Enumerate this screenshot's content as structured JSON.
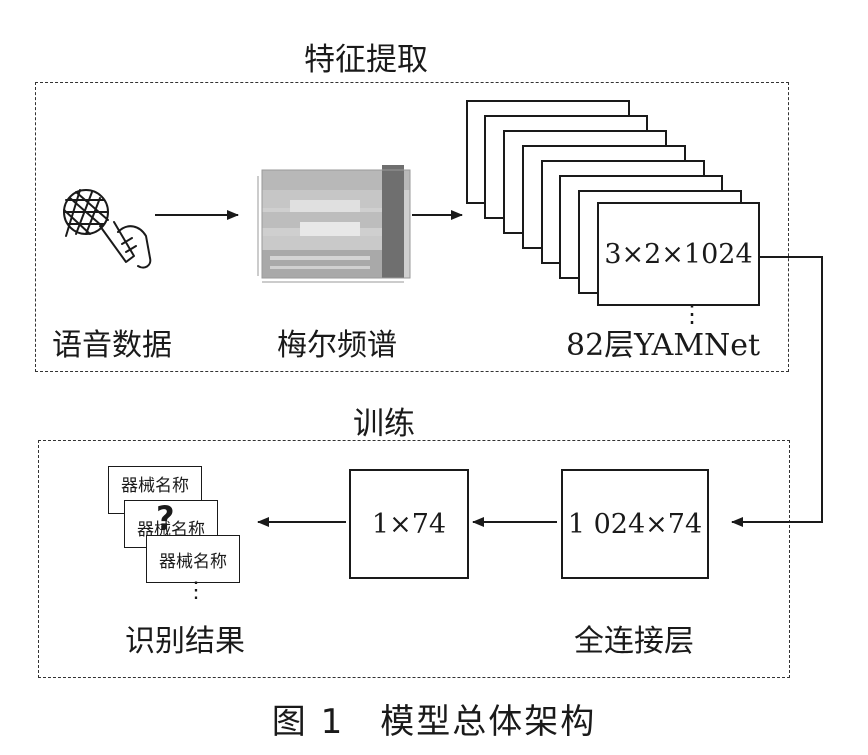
{
  "sections": {
    "feature": {
      "title": "特征提取"
    },
    "training": {
      "title": "训练"
    }
  },
  "nodes": {
    "voice": {
      "label": "语音数据"
    },
    "mel": {
      "label": "梅尔频谱"
    },
    "yamnet": {
      "label": "82层YAMNet",
      "dims": "3×2×1024",
      "more": "⋮"
    },
    "fc": {
      "label": "全连接层",
      "dims": "1 024×74"
    },
    "out": {
      "dims": "1×74"
    },
    "result": {
      "label": "识别结果",
      "card_text": "器械名称",
      "more": "⋮"
    }
  },
  "caption": "图 1　模型总体架构",
  "colors": {
    "line": "#1a1a1a",
    "dash": "#333333"
  }
}
